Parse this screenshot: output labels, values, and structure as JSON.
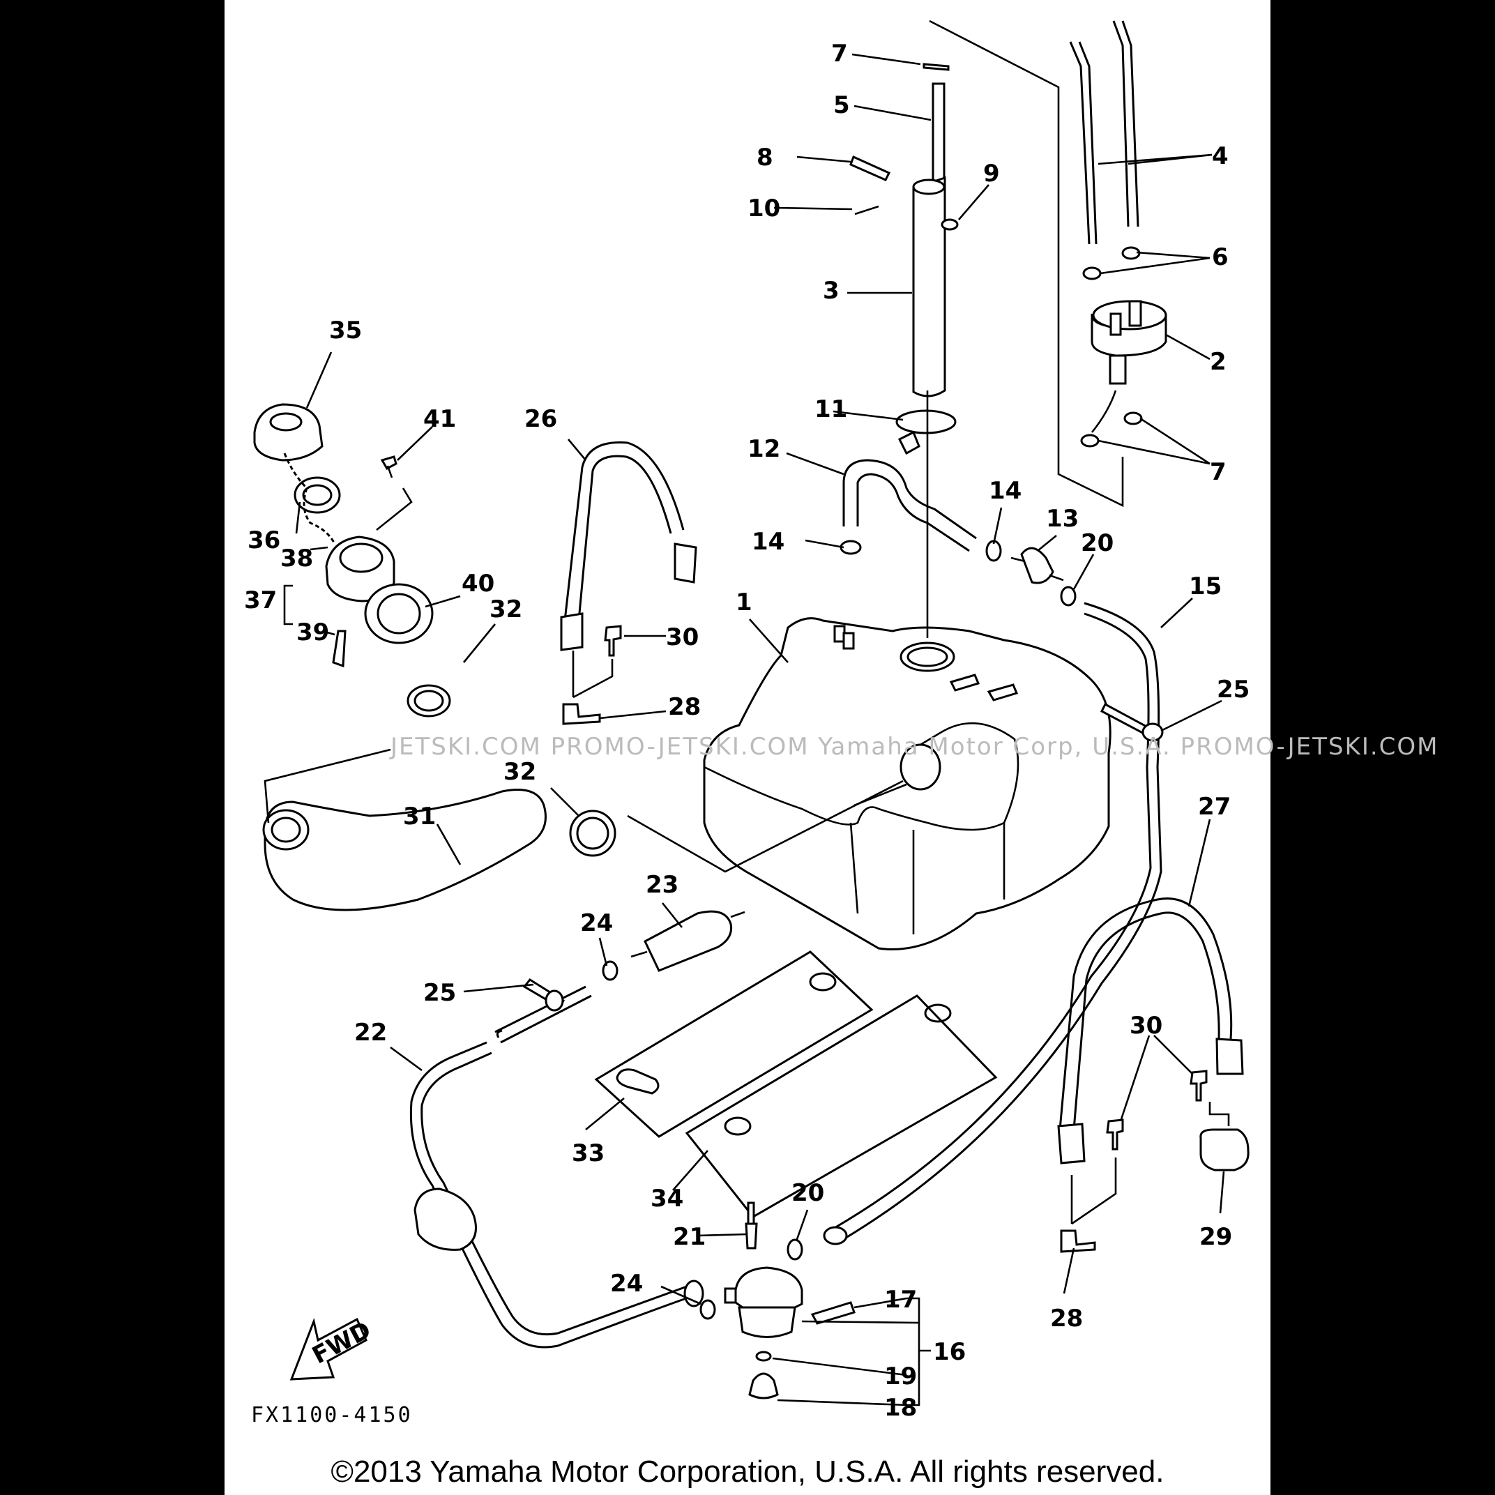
{
  "diagram": {
    "callouts": [
      "1",
      "2",
      "3",
      "4",
      "5",
      "6",
      "7",
      "8",
      "9",
      "10",
      "11",
      "12",
      "13",
      "14",
      "15",
      "16",
      "17",
      "18",
      "19",
      "20",
      "21",
      "22",
      "23",
      "24",
      "25",
      "26",
      "27",
      "28",
      "29",
      "30",
      "31",
      "32",
      "33",
      "34",
      "35",
      "36",
      "37",
      "38",
      "39",
      "40",
      "41"
    ],
    "direction_arrow": "FWD",
    "drawing_code": "FX1100-4150",
    "watermark": "JETSKI.COM  PROMO-JETSKI.COM  Yamaha Motor Corp, U.S.A.  PROMO-JETSKI.COM",
    "copyright": "©2013 Yamaha Motor Corporation, U.S.A. All rights reserved."
  }
}
